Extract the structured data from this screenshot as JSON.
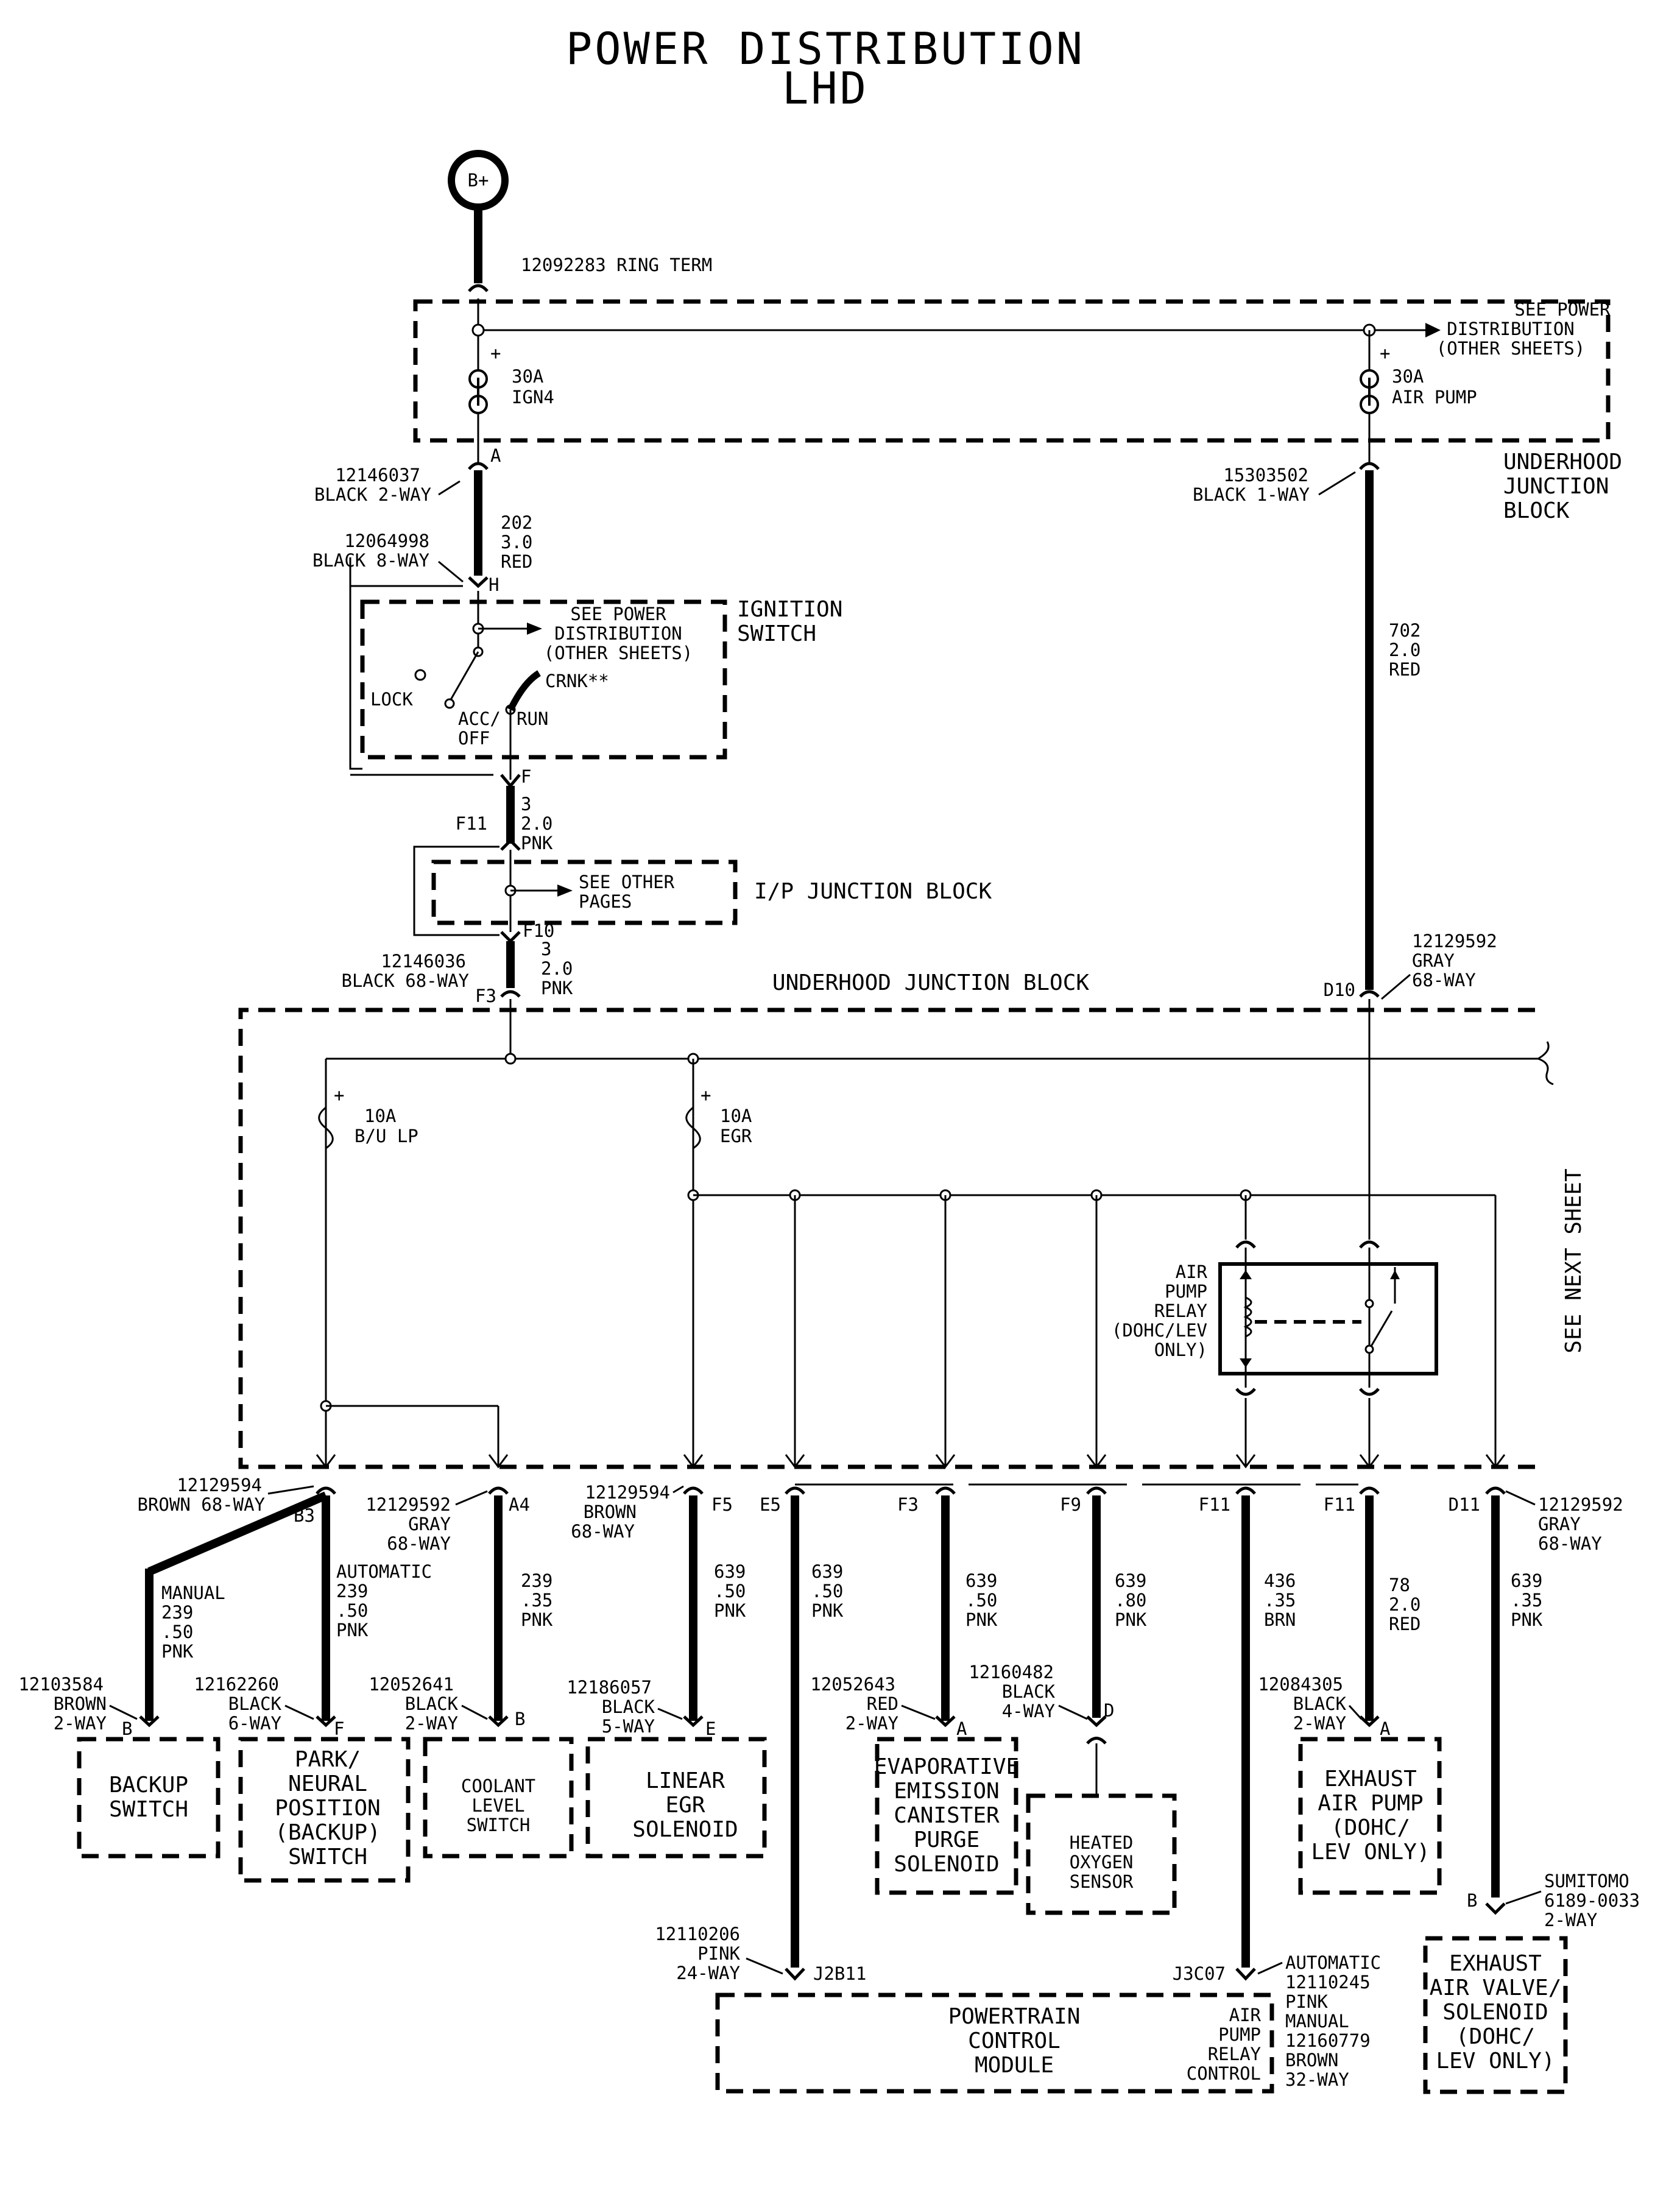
{
  "title": {
    "line1": "POWER DISTRIBUTION",
    "line2": "LHD"
  },
  "battery": {
    "label": "B+",
    "term": "12092283  RING TERM"
  },
  "junction_blocks": {
    "upper": {
      "name": [
        "UNDERHOOD",
        "JUNCTION",
        "BLOCK"
      ],
      "see": [
        "SEE POWER",
        "DISTRIBUTION",
        "(OTHER SHEETS)"
      ]
    },
    "lower": {
      "name": "UNDERHOOD JUNCTION BLOCK"
    },
    "ip": {
      "name": "I/P JUNCTION BLOCK",
      "see": [
        "SEE OTHER",
        "PAGES"
      ]
    },
    "see_next_sheet": "SEE NEXT SHEET"
  },
  "fuses": {
    "ign4": [
      "30A",
      "IGN4"
    ],
    "air_pump": [
      "30A",
      "AIR PUMP"
    ],
    "bu_lp": [
      "10A",
      "B/U LP"
    ],
    "egr": [
      "10A",
      "EGR"
    ]
  },
  "connectors": {
    "c_12146037": [
      "12146037",
      "BLACK 2-WAY"
    ],
    "c_12064998": [
      "12064998",
      "BLACK 8-WAY"
    ],
    "c_15303502": [
      "15303502",
      "BLACK 1-WAY"
    ],
    "c_12146036": [
      "12146036",
      "BLACK 68-WAY"
    ],
    "c_12129592_gray_top": [
      "12129592",
      "GRAY",
      "68-WAY"
    ],
    "c_12129594_a": [
      "12129594",
      "BROWN 68-WAY"
    ],
    "c_12129592_gray_a4": [
      "12129592",
      "GRAY",
      "68-WAY"
    ],
    "c_12129594_b": [
      "12129594",
      "BROWN",
      "68-WAY"
    ],
    "c_12129592_gray_r": [
      "12129592",
      "GRAY",
      "68-WAY"
    ],
    "c_12103584": [
      "12103584",
      "BROWN",
      "2-WAY"
    ],
    "c_12162260": [
      "12162260",
      "BLACK",
      "6-WAY"
    ],
    "c_12052641": [
      "12052641",
      "BLACK",
      "2-WAY"
    ],
    "c_12186057": [
      "12186057",
      "BLACK",
      "5-WAY"
    ],
    "c_12052643": [
      "12052643",
      "RED",
      "2-WAY"
    ],
    "c_12160482": [
      "12160482",
      "BLACK",
      "4-WAY"
    ],
    "c_12084305": [
      "12084305",
      "BLACK",
      "2-WAY"
    ],
    "c_sumitomo": [
      "SUMITOMO",
      "6189-0033",
      "2-WAY"
    ],
    "c_12110206": [
      "12110206",
      "PINK",
      "24-WAY"
    ],
    "c_pcm32": [
      "AUTOMATIC",
      "12110245",
      "PINK",
      "MANUAL",
      "12160779",
      "BROWN",
      "32-WAY"
    ]
  },
  "pins": {
    "a": "A",
    "h": "H",
    "f": "F",
    "f11": "F11",
    "f10": "F10",
    "f3": "F3",
    "d10": "D10",
    "b3": "B3",
    "a4": "A4",
    "f5": "F5",
    "e5": "E5",
    "f3b": "F3",
    "f9": "F9",
    "f11b": "F11",
    "f11c": "F11",
    "d11": "D11",
    "b": "B",
    "ff": "F",
    "bb": "B",
    "e": "E",
    "aa": "A",
    "d": "D",
    "a2": "A",
    "b2": "B",
    "j2b11": "J2B11",
    "j3c07": "J3C07"
  },
  "wires": {
    "w202": [
      "202",
      "3.0",
      "RED"
    ],
    "w702": [
      "702",
      "2.0",
      "RED"
    ],
    "w3a": [
      "3",
      "2.0",
      "PNK"
    ],
    "w3b": [
      "3",
      "2.0",
      "PNK"
    ],
    "w239m": [
      "MANUAL",
      "239",
      ".50",
      "PNK"
    ],
    "w239a": [
      "AUTOMATIC",
      "239",
      ".50",
      "PNK"
    ],
    "w239c": [
      "239",
      ".35",
      "PNK"
    ],
    "w639a": [
      "639",
      ".50",
      "PNK"
    ],
    "w639b": [
      "639",
      ".50",
      "PNK"
    ],
    "w639c": [
      "639",
      ".50",
      "PNK"
    ],
    "w639d": [
      "639",
      ".80",
      "PNK"
    ],
    "w436": [
      "436",
      ".35",
      "BRN"
    ],
    "w78": [
      "78",
      "2.0",
      "RED"
    ],
    "w639e": [
      "639",
      ".35",
      "PNK"
    ]
  },
  "switch": {
    "name": [
      "IGNITION",
      "SWITCH"
    ],
    "see": [
      "SEE POWER",
      "DISTRIBUTION",
      "(OTHER SHEETS)"
    ],
    "lock": "LOCK",
    "acc": [
      "ACC/",
      "OFF"
    ],
    "run": "RUN",
    "crnk": "CRNK**"
  },
  "relay": {
    "name": [
      "AIR",
      "PUMP",
      "RELAY",
      "(DOHC/LEV",
      "ONLY)"
    ]
  },
  "components": {
    "backup_switch": [
      "BACKUP",
      "SWITCH"
    ],
    "park_neutral": [
      "PARK/",
      "NEURAL",
      "POSITION",
      "(BACKUP)",
      "SWITCH"
    ],
    "coolant": [
      "COOLANT",
      "LEVEL",
      "SWITCH"
    ],
    "egr_sol": [
      "LINEAR",
      "EGR",
      "SOLENOID"
    ],
    "evap": [
      "EVAPORATIVE",
      "EMISSION",
      "CANISTER",
      "PURGE",
      "SOLENOID"
    ],
    "o2": [
      "HEATED",
      "OXYGEN",
      "SENSOR"
    ],
    "exhaust_pump": [
      "EXHAUST",
      "AIR PUMP",
      "(DOHC/",
      "LEV ONLY)"
    ],
    "exhaust_valve": [
      "EXHAUST",
      "AIR VALVE/",
      "SOLENOID",
      "(DOHC/",
      "LEV ONLY)"
    ],
    "pcm": [
      "POWERTRAIN",
      "CONTROL",
      "MODULE"
    ],
    "pcm_pin": [
      "AIR",
      "PUMP",
      "RELAY",
      "CONTROL"
    ]
  }
}
